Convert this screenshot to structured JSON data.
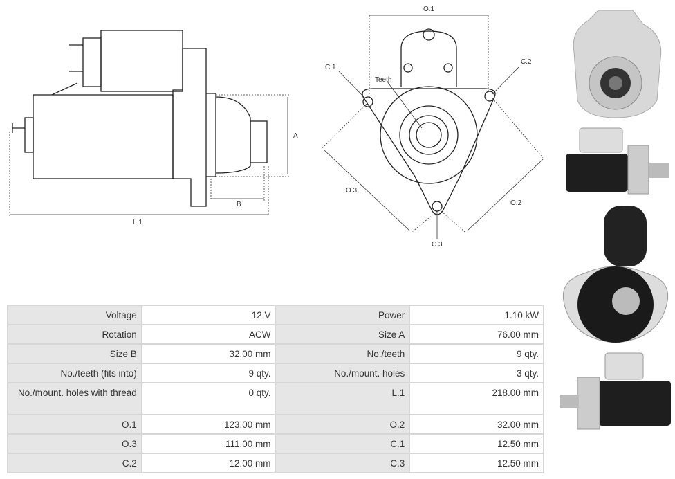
{
  "side_view": {
    "label_a": "A",
    "label_b": "B",
    "label_l1": "L.1"
  },
  "front_view": {
    "label_o1": "O.1",
    "label_o2": "O.2",
    "label_o3": "O.3",
    "label_c1": "C.1",
    "label_c2": "C.2",
    "label_c3": "C.3",
    "label_teeth": "Teeth"
  },
  "specs": [
    {
      "k1": "Voltage",
      "v1": "12 V",
      "k2": "Power",
      "v2": "1.10 kW"
    },
    {
      "k1": "Rotation",
      "v1": "ACW",
      "k2": "Size A",
      "v2": "76.00 mm"
    },
    {
      "k1": "Size B",
      "v1": "32.00 mm",
      "k2": "No./teeth",
      "v2": "9 qty."
    },
    {
      "k1": "No./teeth (fits into)",
      "v1": "9 qty.",
      "k2": "No./mount. holes",
      "v2": "3 qty."
    },
    {
      "k1": "No./mount. holes with thread",
      "v1": "0 qty.",
      "k2": "L.1",
      "v2": "218.00 mm"
    },
    {
      "k1": "O.1",
      "v1": "123.00 mm",
      "k2": "O.2",
      "v2": "32.00 mm"
    },
    {
      "k1": "O.3",
      "v1": "111.00 mm",
      "k2": "C.1",
      "v2": "12.50 mm"
    },
    {
      "k1": "C.2",
      "v1": "12.00 mm",
      "k2": "C.3",
      "v2": "12.50 mm"
    }
  ]
}
